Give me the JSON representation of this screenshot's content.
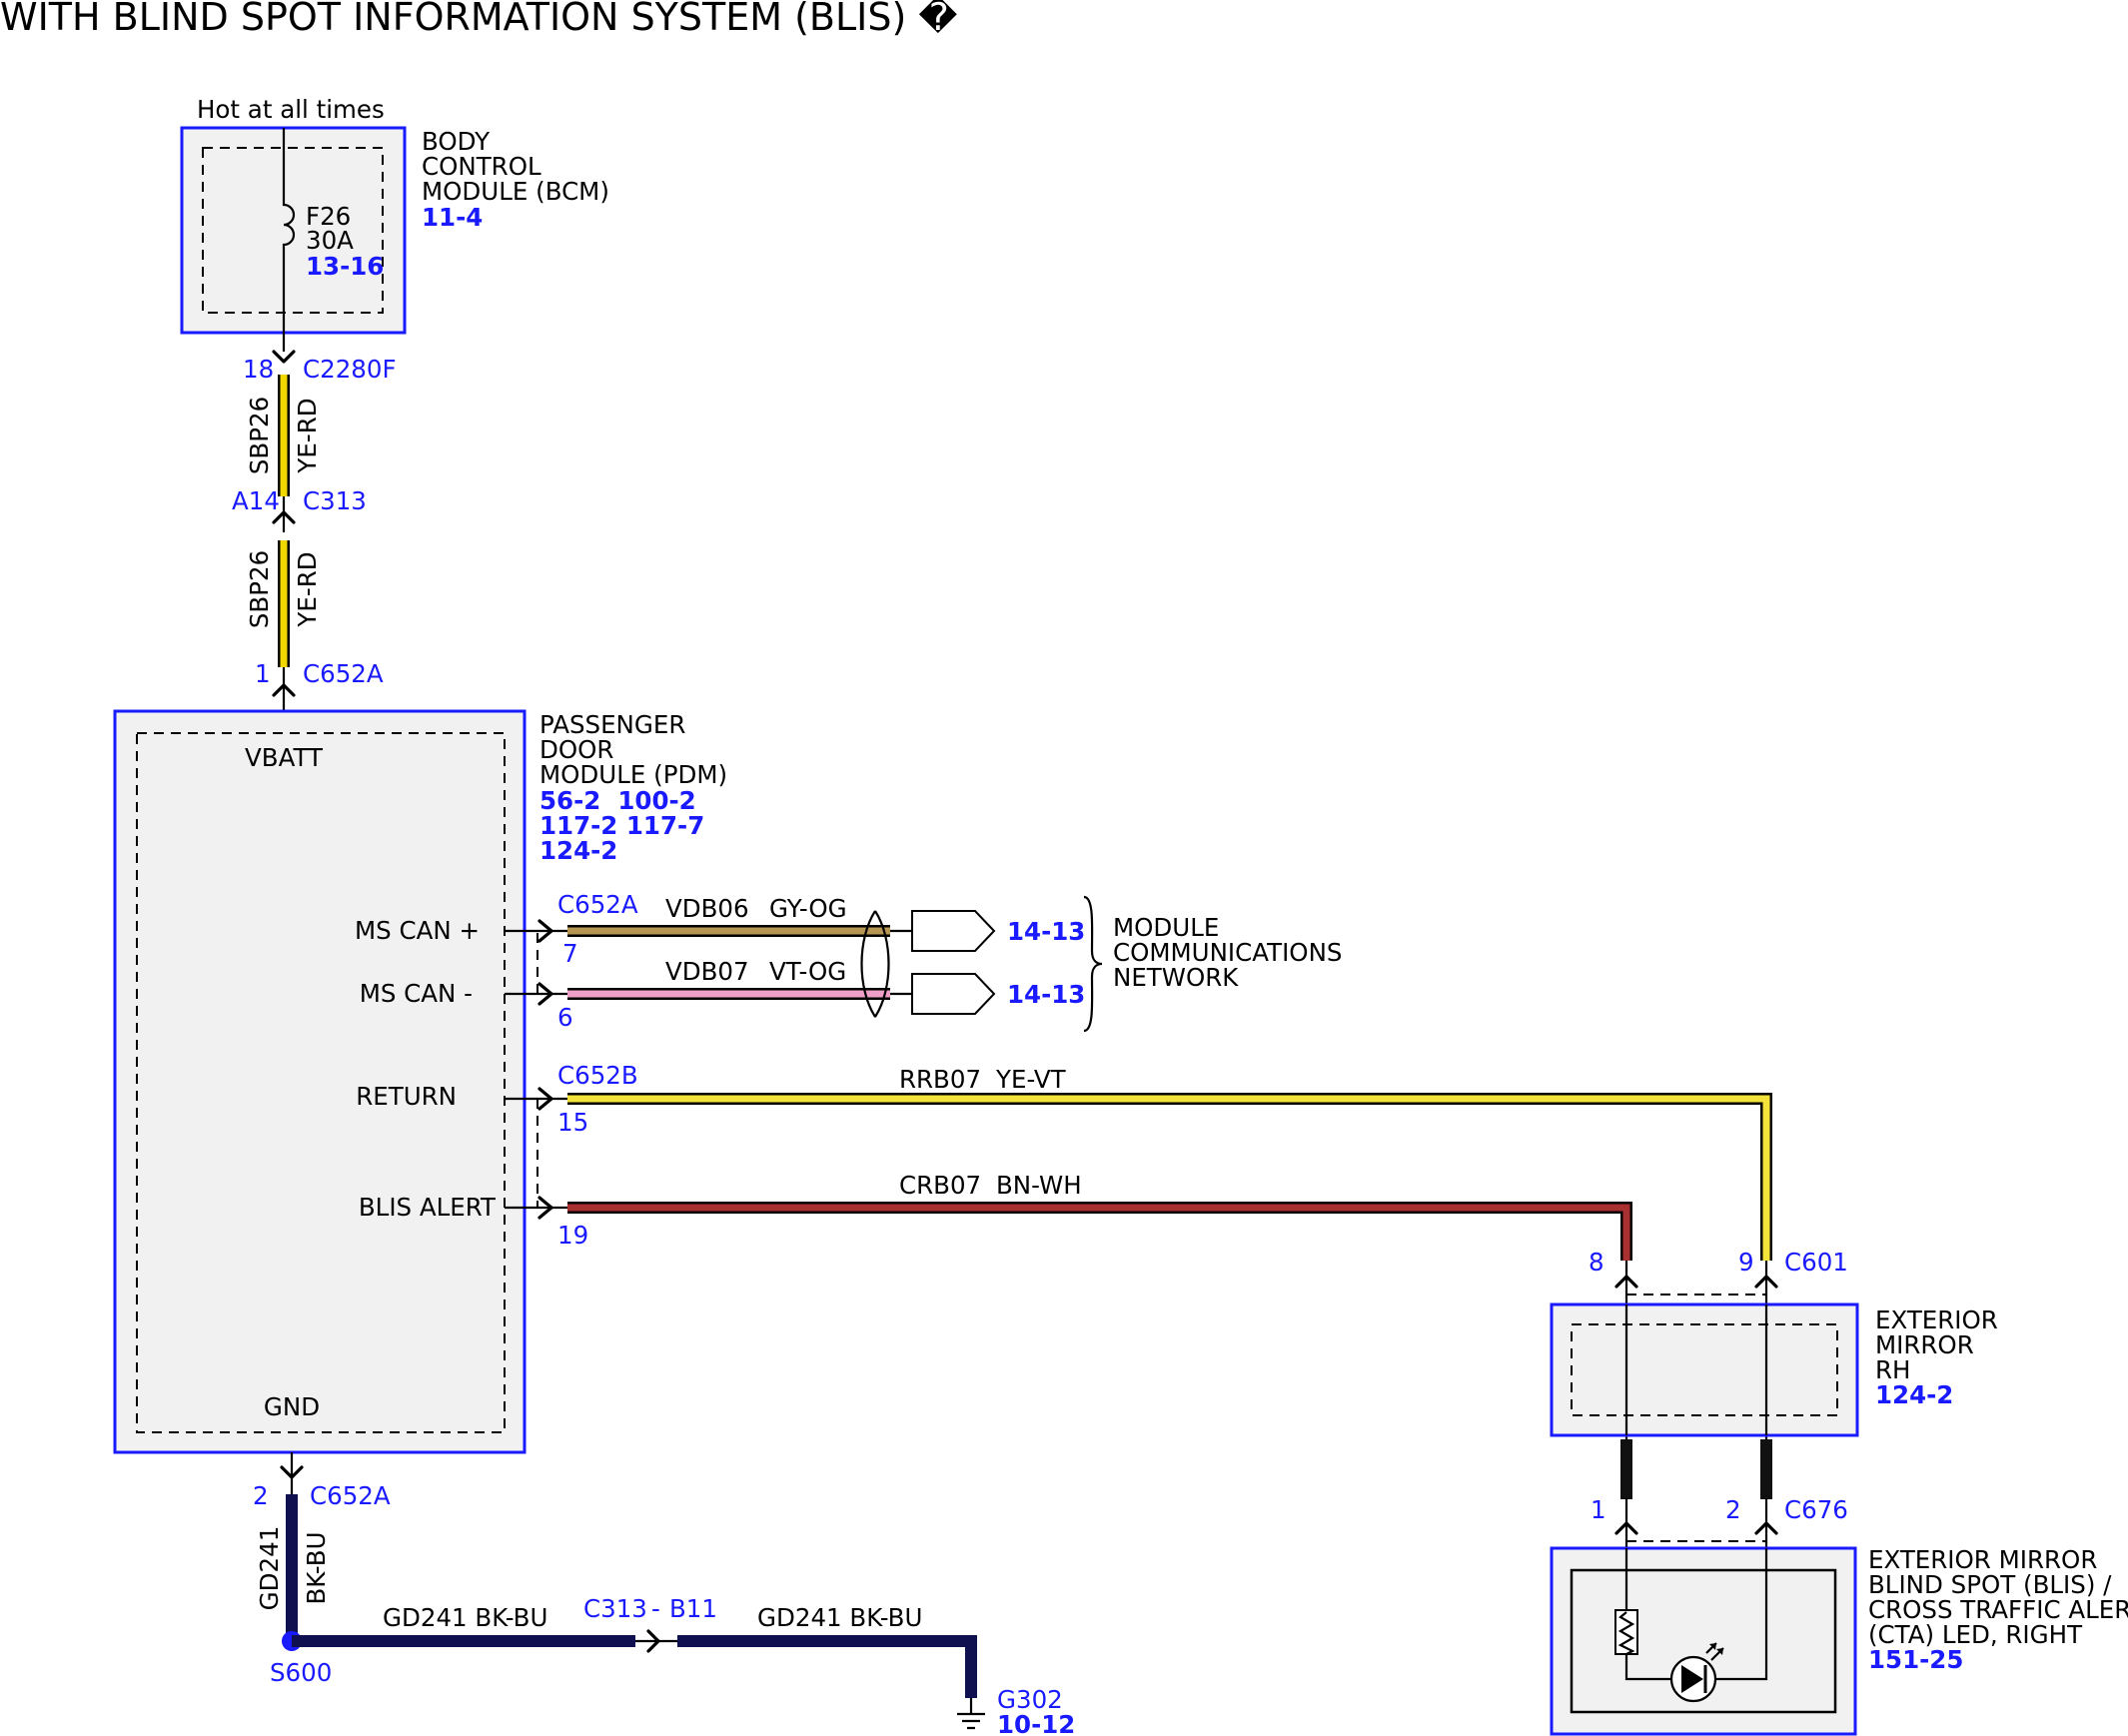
{
  "title": "WITH BLIND SPOT INFORMATION SYSTEM (BLIS) �",
  "power_source": {
    "label": "Hot at all times"
  },
  "bcm": {
    "name_lines": [
      "BODY",
      "CONTROL",
      "MODULE (BCM)"
    ],
    "ref": "11-4",
    "fuse_id": "F26",
    "fuse_rating": "30A",
    "fuse_ref": "13-16"
  },
  "wire_segments": [
    {
      "circuit": "SBP26",
      "color": "YE-RD",
      "top_pin": "18",
      "top_connector": "C2280F",
      "bottom_pin": "A14",
      "bottom_connector": "C313"
    },
    {
      "circuit": "SBP26",
      "color": "YE-RD",
      "bottom_pin": "1",
      "bottom_connector": "C652A"
    }
  ],
  "pdm": {
    "name_lines": [
      "PASSENGER",
      "DOOR",
      "MODULE (PDM)"
    ],
    "ref_lines": [
      "56-2  100-2",
      "117-2 117-7",
      "124-2"
    ],
    "pin_labels": {
      "vbatt": "VBATT",
      "ms_can_plus": "MS CAN +",
      "ms_can_minus": "MS CAN -",
      "return": "RETURN",
      "blis_alert": "BLIS ALERT",
      "gnd": "GND"
    }
  },
  "can_bus": {
    "connector": "C652A",
    "wires": [
      {
        "pin": "7",
        "circuit": "VDB06",
        "color": "GY-OG",
        "ref": "14-13"
      },
      {
        "pin": "6",
        "circuit": "VDB07",
        "color": "VT-OG",
        "ref": "14-13"
      }
    ],
    "network_lines": [
      "MODULE",
      "COMMUNICATIONS",
      "NETWORK"
    ]
  },
  "return_wire": {
    "connector": "C652B",
    "pin": "15",
    "circuit": "RRB07",
    "color": "YE-VT"
  },
  "alert_wire": {
    "pin": "19",
    "circuit": "CRB07",
    "color": "BN-WH"
  },
  "mirror_connector": {
    "pin_a": "8",
    "pin_b": "9",
    "connector": "C601"
  },
  "mirror": {
    "name_lines": [
      "EXTERIOR",
      "MIRROR",
      "RH"
    ],
    "ref": "124-2"
  },
  "led_connector": {
    "pin_a": "1",
    "pin_b": "2",
    "connector": "C676"
  },
  "led_module": {
    "name_lines": [
      "EXTERIOR MIRROR",
      "BLIND SPOT (BLIS) /",
      "CROSS TRAFFIC ALERT",
      "(CTA) LED, RIGHT"
    ],
    "ref": "151-25"
  },
  "ground_path": {
    "pin": "2",
    "connector": "C652A",
    "vertical_circuit": "GD241",
    "vertical_color": "BK-BU",
    "splice": "S600",
    "seg1_label": "GD241 BK-BU",
    "inline_connector": "C313",
    "inline_sep": "-",
    "inline_pin": "B11",
    "seg2_label": "GD241 BK-BU",
    "ground_id": "G302",
    "ground_ref": "10-12"
  },
  "colors": {
    "module_outline": "#1a1aff",
    "pin_text": "#1a1aff",
    "module_fill": "#f1f1f1",
    "ye_rd": "#f0d800",
    "ye_vt": "#f2e23a",
    "gy_og": "#b79654",
    "vt_og": "#f0a0c8",
    "bn_wh": "#a83030",
    "bk_bu": "#101050"
  }
}
